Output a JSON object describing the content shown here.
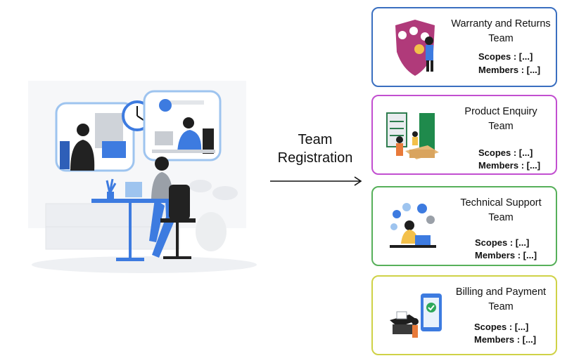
{
  "center": {
    "line1": "Team",
    "line2": "Registration"
  },
  "colors": {
    "warranty_border": "#3a6fc0",
    "product_border": "#c24fd0",
    "technical_border": "#57b05a",
    "billing_border": "#cfd247",
    "accent_blue": "#3d7be0"
  },
  "teams": [
    {
      "title_line1": "Warranty and Returns",
      "title_line2": "Team",
      "scopes": "Scopes : [...]",
      "members": "Members : [...]"
    },
    {
      "title_line1": "Product Enquiry",
      "title_line2": "Team",
      "scopes": "Scopes : [...]",
      "members": "Members : [...]"
    },
    {
      "title_line1": "Technical Support",
      "title_line2": "Team",
      "scopes": "Scopes : [...]",
      "members": "Members : [...]"
    },
    {
      "title_line1": "Billing and Payment",
      "title_line2": "Team",
      "scopes": "Scopes : [...]",
      "members": "Members : [...]"
    }
  ]
}
